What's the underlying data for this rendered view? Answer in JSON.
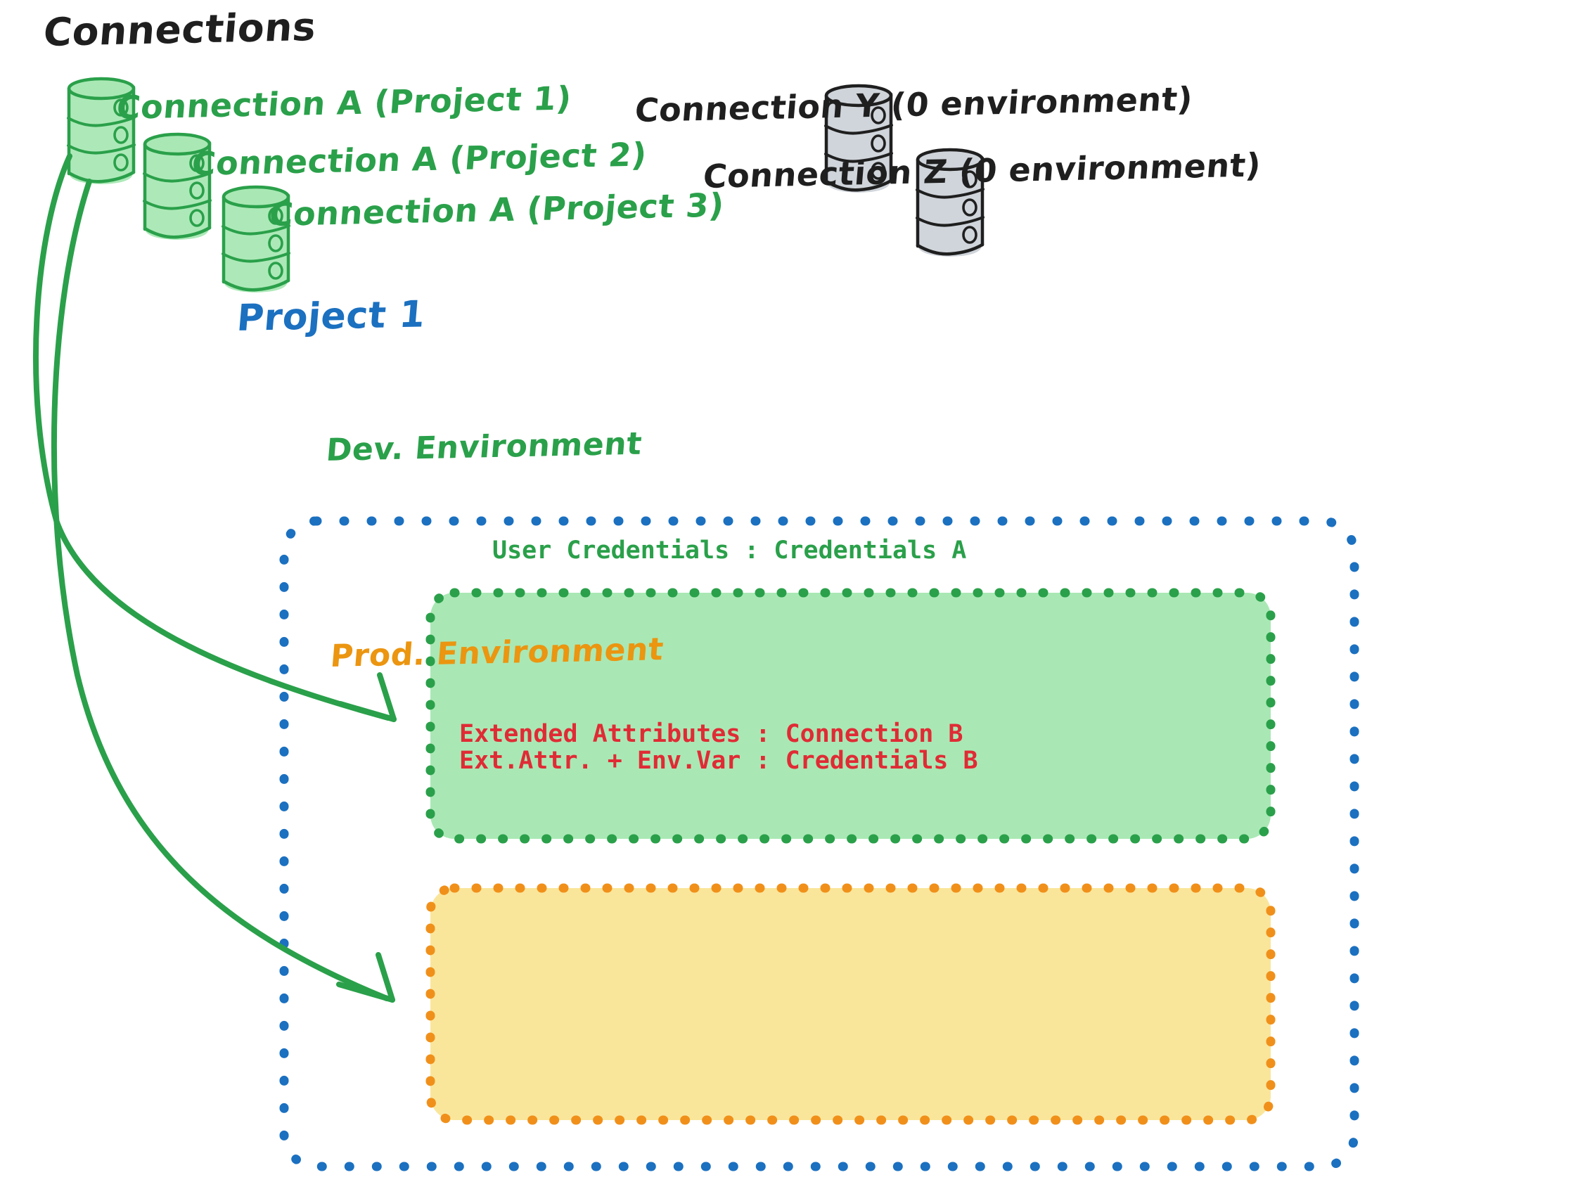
{
  "diagram": {
    "title": "Connections",
    "title_color": "#1f1f1f",
    "background": "#ffffff"
  },
  "connections": {
    "green": {
      "color": "#2aa04a",
      "fill": "#a9e8b4",
      "items": [
        {
          "icon": "database-cylinder-icon",
          "label": "Connection A (Project 1)"
        },
        {
          "icon": "database-cylinder-icon",
          "label": "Connection A (Project 2)"
        },
        {
          "icon": "database-cylinder-icon",
          "label": "Connection A (Project 3)"
        }
      ]
    },
    "gray": {
      "color": "#1f1f1f",
      "fill": "#cfd4da",
      "items": [
        {
          "icon": "database-cylinder-icon",
          "label": "Connection Y (0 environment)"
        },
        {
          "icon": "database-cylinder-icon",
          "label": "Connection Z (0 environment)"
        }
      ]
    }
  },
  "project": {
    "label": "Project 1",
    "border_color": "#1b70c0",
    "environments": [
      {
        "name": "Dev. Environment",
        "title_color": "#2aa04a",
        "border_color": "#2aa04a",
        "fill_color": "#a9e8b4",
        "rows": [
          {
            "text": "User Credentials : Credentials A",
            "color": "#2aa04a"
          }
        ]
      },
      {
        "name": "Prod. Environment",
        "title_color": "#eb9510",
        "border_color": "#f0901a",
        "fill_color": "#fae69b",
        "rows": [
          {
            "text": "Extended Attributes : Connection B",
            "color": "#e02b35"
          },
          {
            "text": "Ext.Attr. + Env.Var : Credentials B",
            "color": "#e02b35"
          }
        ]
      }
    ]
  },
  "arrows": {
    "color": "#2aa04a",
    "items": [
      {
        "name": "arrow-connection-a-to-dev-environment",
        "from": "Connection A (Project 1)",
        "to": "Dev. Environment"
      },
      {
        "name": "arrow-connection-a-to-prod-environment",
        "from": "Connection A (Project 1)",
        "to": "Prod. Environment"
      }
    ]
  }
}
